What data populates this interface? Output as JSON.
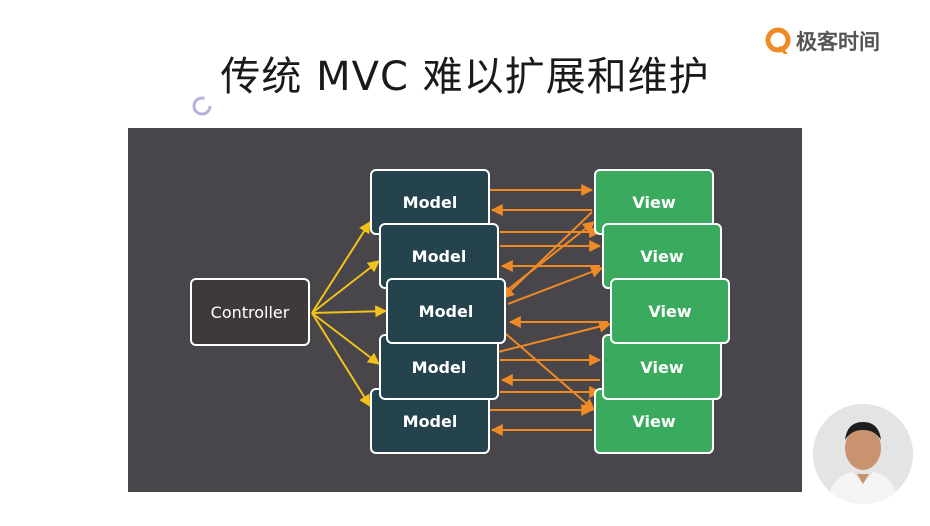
{
  "slide": {
    "title": "传统 MVC 难以扩展和维护"
  },
  "brand": {
    "name": "极客时间",
    "color": "#f08a24"
  },
  "diagram": {
    "controller_label": "Controller",
    "models": [
      "Model",
      "Model",
      "Model",
      "Model",
      "Model"
    ],
    "views": [
      "View",
      "View",
      "View",
      "View",
      "View"
    ],
    "colors": {
      "controller": "#3e3a3a",
      "model": "#25434d",
      "view": "#3aab5e",
      "controller_arrows": "#f2c21a",
      "model_view_arrows": "#f08a24",
      "background": "#48464a"
    }
  }
}
